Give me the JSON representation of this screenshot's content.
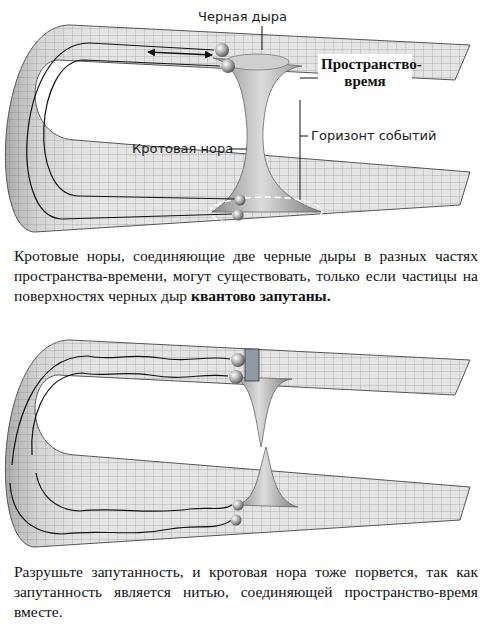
{
  "diagram": {
    "labels": [
      "Черная дыра",
      "Пространство-время",
      "Кротовая нора",
      "Горизонт событий",
      "Кротовые норы, соединяющие две черные дыры в разных частях пространства-времени, могут существовать, только если частицы на поверхностях черных дыр",
      "квантово запутаны.",
      "Разрушьте запутанность, и кротовая нора тоже порвется, так как запутанность является нитью, соединяющей пространство-время вместе."
    ]
  }
}
